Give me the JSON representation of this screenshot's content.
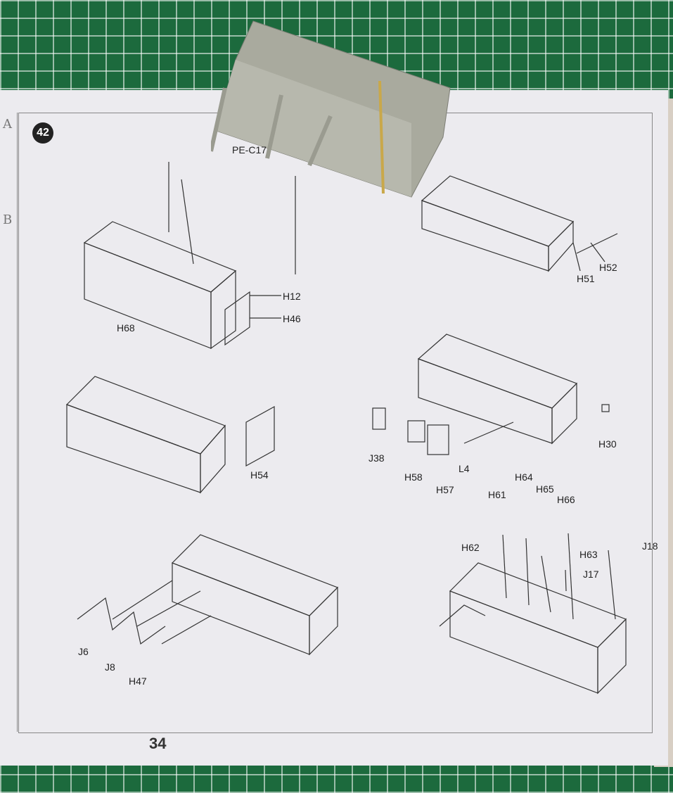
{
  "step": "42",
  "page_number": "34",
  "edge_letters": [
    "A",
    "B"
  ],
  "labels": {
    "pe_c17": "PE-C17",
    "h12": "H12",
    "h46": "H46",
    "h68": "H68",
    "h51": "H51",
    "h52": "H52",
    "h54": "H54",
    "j38": "J38",
    "h58": "H58",
    "h57": "H57",
    "l4": "L4",
    "h30": "H30",
    "h64": "H64",
    "h65": "H65",
    "h61": "H61",
    "h66": "H66",
    "h62": "H62",
    "h63": "H63",
    "j18": "J18",
    "j17": "J17",
    "j6": "J6",
    "j8": "J8",
    "h47": "H47"
  }
}
